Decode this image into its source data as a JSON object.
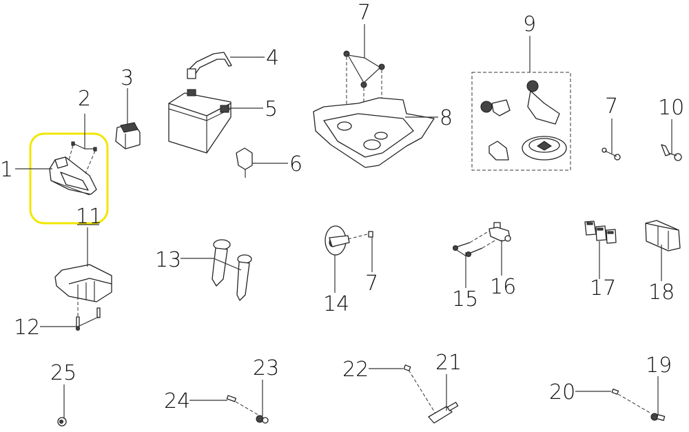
{
  "diagram": {
    "highlight_color": "#f2e600",
    "highlighted_callout": "1",
    "callouts": [
      {
        "id": "c1",
        "text": "1"
      },
      {
        "id": "c2",
        "text": "2"
      },
      {
        "id": "c3",
        "text": "3"
      },
      {
        "id": "c4",
        "text": "4"
      },
      {
        "id": "c5",
        "text": "5"
      },
      {
        "id": "c6",
        "text": "6"
      },
      {
        "id": "c7a",
        "text": "7"
      },
      {
        "id": "c8",
        "text": "8"
      },
      {
        "id": "c9",
        "text": "9"
      },
      {
        "id": "c7b",
        "text": "7"
      },
      {
        "id": "c10",
        "text": "10"
      },
      {
        "id": "c11",
        "text": "11"
      },
      {
        "id": "c12",
        "text": "12"
      },
      {
        "id": "c13",
        "text": "13"
      },
      {
        "id": "c14",
        "text": "14"
      },
      {
        "id": "c7c",
        "text": "7"
      },
      {
        "id": "c15",
        "text": "15"
      },
      {
        "id": "c16",
        "text": "16"
      },
      {
        "id": "c17",
        "text": "17"
      },
      {
        "id": "c18",
        "text": "18"
      },
      {
        "id": "c25",
        "text": "25"
      },
      {
        "id": "c24",
        "text": "24"
      },
      {
        "id": "c23",
        "text": "23"
      },
      {
        "id": "c22",
        "text": "22"
      },
      {
        "id": "c21",
        "text": "21"
      },
      {
        "id": "c20",
        "text": "20"
      },
      {
        "id": "c19",
        "text": "19"
      }
    ]
  }
}
